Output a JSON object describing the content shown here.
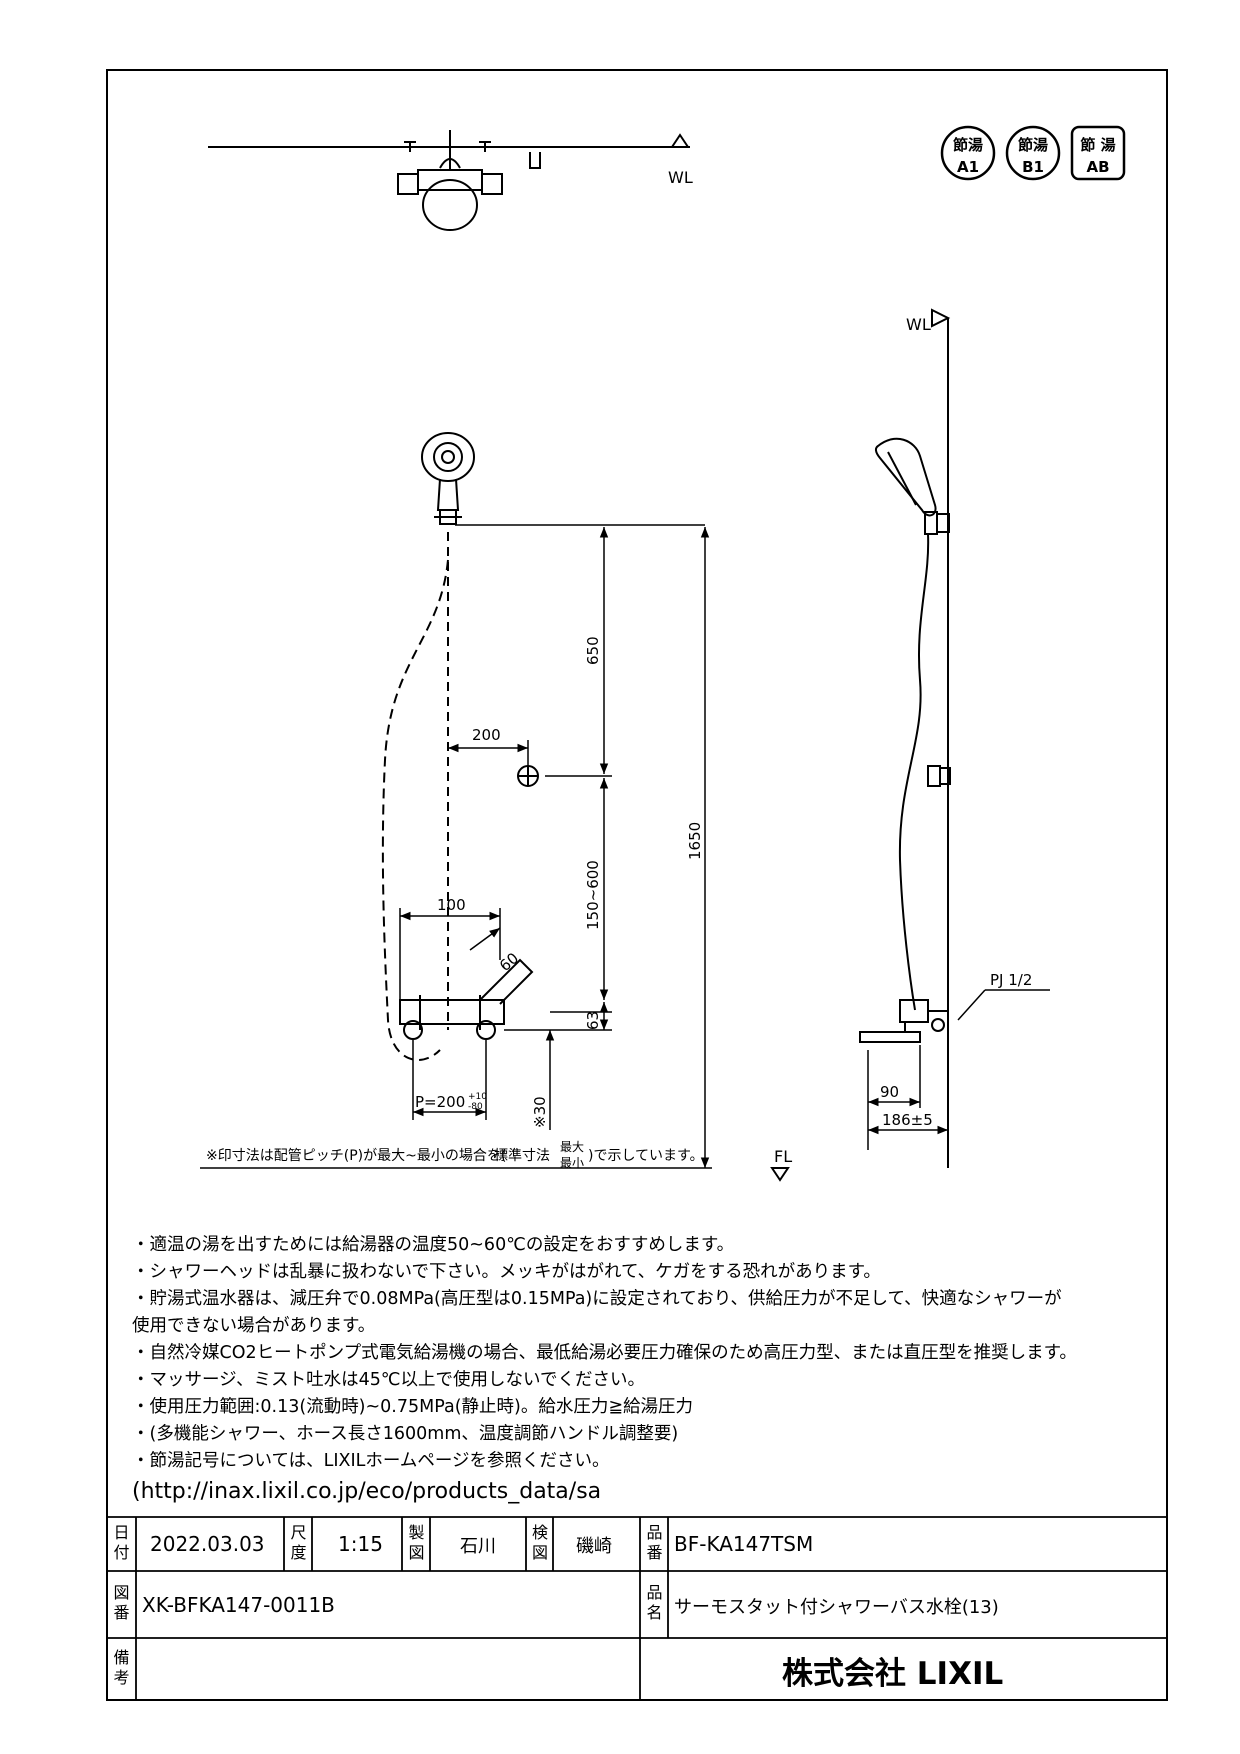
{
  "badges": [
    {
      "top": "節湯",
      "bottom": "A1"
    },
    {
      "top": "節湯",
      "bottom": "B1"
    },
    {
      "top": "節 湯",
      "bottom": "AB"
    }
  ],
  "drawing": {
    "wl_label": "WL",
    "fl_label": "FL",
    "dim_650": "650",
    "dim_1650": "1650",
    "dim_200": "200",
    "dim_150_600": "150~600",
    "dim_100": "100",
    "dim_60": "60",
    "dim_63": "63",
    "dim_30": "※30",
    "dim_p": "P=200",
    "dim_p_tol_upper": "+10",
    "dim_p_tol_lower": "-80",
    "dim_90": "90",
    "dim_186": "186±5",
    "pj_label": "PJ 1/2",
    "footnote_prefix": "※印寸法は配管ピッチ(P)が最大~最小の場合を(",
    "footnote_std": "標準寸法",
    "footnote_max": "最大",
    "footnote_min": "最小",
    "footnote_suffix": ")で示しています。"
  },
  "notes": [
    "・適温の湯を出すためには給湯器の温度50~60℃の設定をおすすめします。",
    "・シャワーヘッドは乱暴に扱わないで下さい。メッキがはがれて、ケガをする恐れがあります。",
    "・貯湯式温水器は、減圧弁で0.08MPa(高圧型は0.15MPa)に設定されており、供給圧力が不足して、快適なシャワーが",
    "使用できない場合があります。",
    "・自然冷媒CO2ヒートポンプ式電気給湯機の場合、最低給湯必要圧力確保のため高圧力型、または直圧型を推奨します。",
    "・マッサージ、ミスト吐水は45℃以上で使用しないでください。",
    "・使用圧力範囲:0.13(流動時)~0.75MPa(静止時)。給水圧力≧給湯圧力",
    "・(多機能シャワー、ホース長さ1600mm、温度調節ハンドル調整要)",
    "・節湯記号については、LIXILホームページを参照ください。"
  ],
  "url": "(http://inax.lixil.co.jp/eco/products_data/sa",
  "title_block": {
    "date_label": "日付",
    "date": "2022.03.03",
    "scale_label": "尺度",
    "scale": "1:15",
    "drawn_label": "製図",
    "drawn_by": "石川",
    "checked_label": "検図",
    "checked_by": "磯崎",
    "part_no_label": "品番",
    "part_no": "BF-KA147TSM",
    "drawing_no_label": "図番",
    "drawing_no": "XK-BFKA147-0011B",
    "product_name_label": "品名",
    "product_name": "サーモスタット付シャワーバス水栓(13)",
    "remarks_label": "備考",
    "company": "株式会社 LIXIL"
  }
}
